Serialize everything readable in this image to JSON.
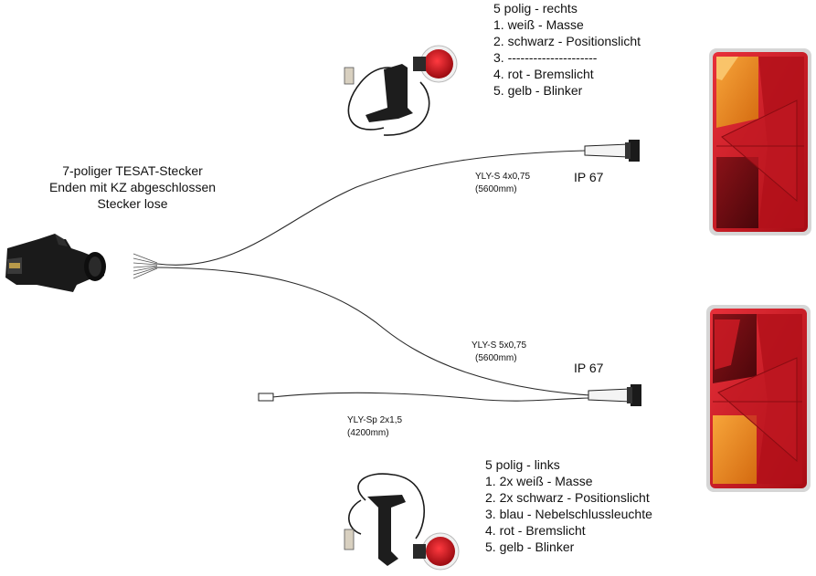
{
  "plug": {
    "lines": [
      "7-poliger TESAT-Stecker",
      "Enden mit KZ abgeschlossen",
      "Stecker lose"
    ]
  },
  "right_light": {
    "title": "5 polig - rechts",
    "pins": [
      "1. weiß - Masse",
      "2. schwarz - Positionslicht",
      "3. ---------------------",
      "4. rot - Bremslicht",
      "5. gelb - Blinker"
    ]
  },
  "left_light": {
    "title": "5 polig - links",
    "pins": [
      "1. 2x weiß - Masse",
      "2. 2x schwarz - Positionslicht",
      "3. blau - Nebelschlussleuchte",
      "4. rot - Bremslicht",
      "5. gelb - Blinker"
    ]
  },
  "cable_right": {
    "type": "YLY-S 4x0,75",
    "length": "(5600mm)",
    "rating": "IP 67"
  },
  "cable_left": {
    "type": "YLY-S 5x0,75",
    "length": "(5600mm)",
    "rating": "IP 67"
  },
  "cable_fog": {
    "type": "YLY-Sp 2x1,5",
    "length": "(4200mm)"
  },
  "colors": {
    "lamp_red": "#c9141c",
    "lamp_dark_red": "#7a0c12",
    "lamp_amber": "#f08a1a",
    "lamp_housing": "#d8d8d8",
    "marker_black": "#1d1d1d",
    "wire": "#2a2a2a"
  }
}
